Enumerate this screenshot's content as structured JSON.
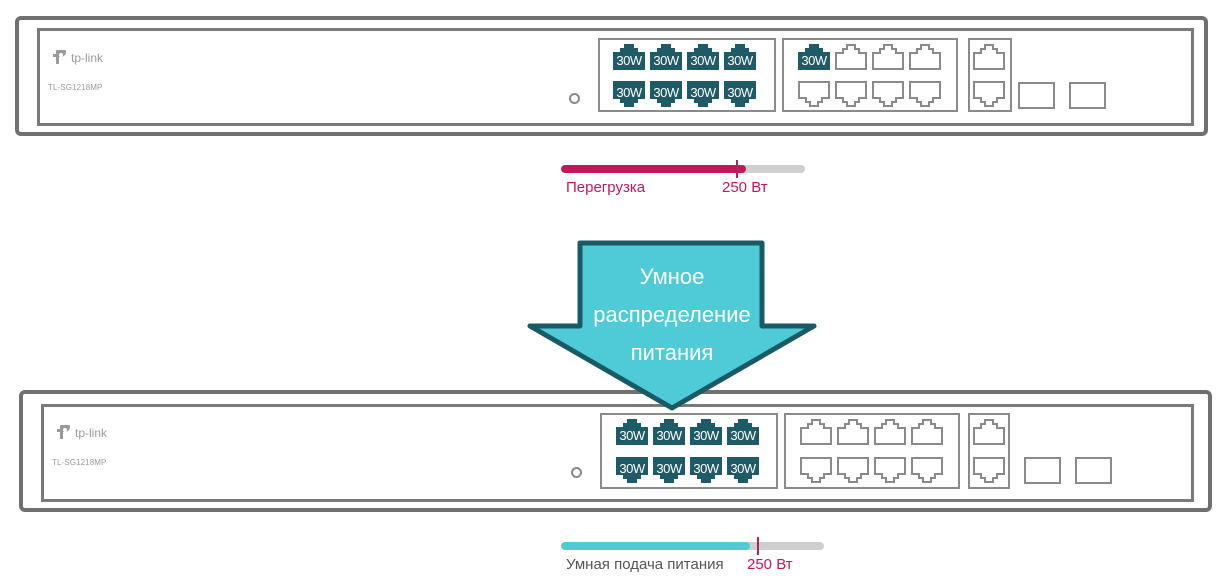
{
  "colors": {
    "poe_port": "#1e5b66",
    "overload": "#c2185b",
    "smart": "#4ecbd6",
    "arrow_fill": "#4ecbd6",
    "arrow_stroke": "#1a5a67",
    "bar_track": "#cfcfcf",
    "marker": "#b0245a"
  },
  "top_switch": {
    "brand": "tp-link",
    "model": "TL-SG1218MP",
    "poe_label": "30W",
    "group1_top": [
      "30W",
      "30W",
      "30W",
      "30W"
    ],
    "group1_bottom": [
      "30W",
      "30W",
      "30W",
      "30W"
    ],
    "group2_top_active": 1,
    "group2_bottom_active": 0
  },
  "top_bar": {
    "label": "Перегрузка",
    "limit_label": "250 Вт",
    "fill_fraction": 0.76,
    "limit_fraction": 0.72
  },
  "arrow": {
    "line1": "Умное",
    "line2": "распределение",
    "line3": "питания"
  },
  "bottom_switch": {
    "brand": "tp-link",
    "model": "TL-SG1218MP",
    "poe_label": "30W",
    "group1_top": [
      "30W",
      "30W",
      "30W",
      "30W"
    ],
    "group1_bottom": [
      "30W",
      "30W",
      "30W",
      "30W"
    ],
    "group2_top_active": 0,
    "group2_bottom_active": 0
  },
  "bottom_bar": {
    "label": "Умная подача питания",
    "limit_label": "250 Вт",
    "fill_fraction": 0.72,
    "limit_fraction": 0.75
  }
}
